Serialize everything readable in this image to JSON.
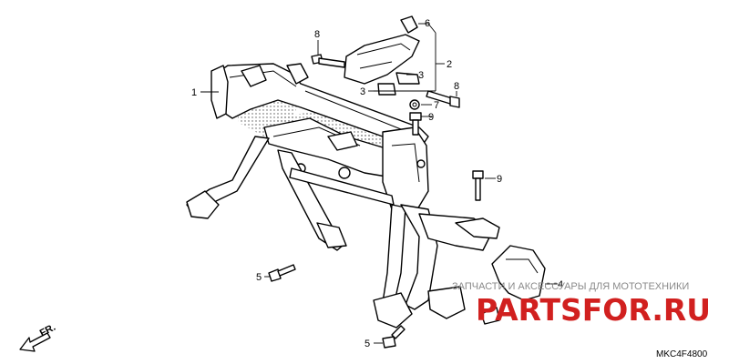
{
  "diagram": {
    "code": "MKC4F4800",
    "direction_label": "FR.",
    "watermark": {
      "brand": "PARTSFOR.RU",
      "tagline": "ЗАПЧАСТИ И АКСЕССУАРЫ ДЛЯ МОТОТЕХНИКИ"
    },
    "callouts": {
      "c1": "1",
      "c2": "2",
      "c3a": "3",
      "c3b": "3",
      "c4": "4",
      "c5a": "5",
      "c5b": "5",
      "c6": "6",
      "c7": "7",
      "c8a": "8",
      "c8b": "8",
      "c9a": "9",
      "c9b": "9"
    },
    "icons": {
      "direction": "fr-arrow-icon"
    }
  }
}
